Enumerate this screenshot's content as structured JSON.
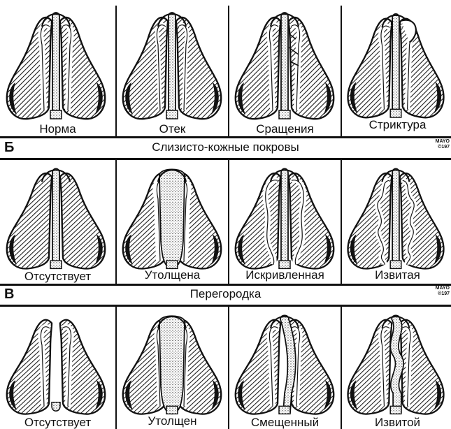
{
  "panel_a": {
    "captions": [
      "Норма",
      "Отек",
      "Сращения",
      "Стриктура"
    ]
  },
  "section_b": {
    "letter": "Б",
    "title": "Слизисто-кожные покровы",
    "mark_line1": "MAYO",
    "mark_line2": "©197",
    "captions": [
      "Отсутствует",
      "Утолщена",
      "Искривленная",
      "Извитая"
    ]
  },
  "section_v": {
    "letter": "В",
    "title": "Перегородка",
    "mark_line1": "MAYO",
    "mark_line2": "©197",
    "captions": [
      "Отсутствует",
      "Утолщен",
      "Смещенный",
      "Извитой"
    ]
  }
}
